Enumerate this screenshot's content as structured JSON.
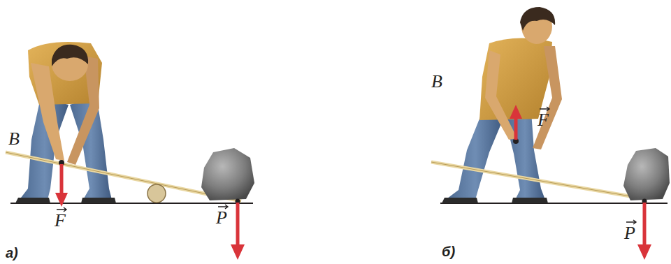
{
  "diagram": {
    "labels": [
      "B",
      "F",
      "P",
      "а)",
      "B",
      "F",
      "P",
      "б)"
    ]
  }
}
